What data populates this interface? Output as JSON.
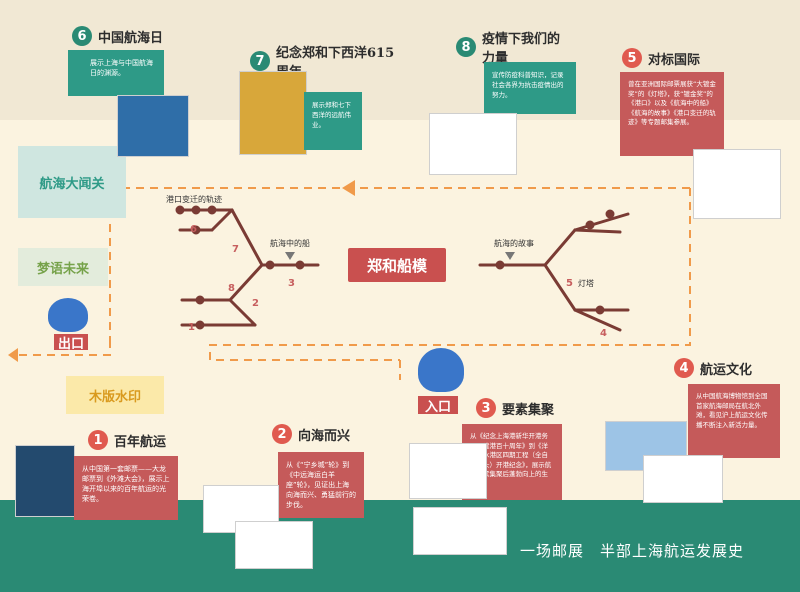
{
  "sections": {
    "s6": {
      "num": "6",
      "title": "中国航海日",
      "desc": "展示上海与中国航海日的渊源。"
    },
    "s7": {
      "num": "7",
      "title": "纪念郑和下西洋615周年",
      "desc": "展示郑和七下西洋的远航伟业。"
    },
    "s8": {
      "num": "8",
      "title": "疫情下我们的力量",
      "desc": "宣传防疫科普知识，记录社会各界为抗击疫情出的努力。"
    },
    "s5": {
      "num": "5",
      "title": "对标国际",
      "desc": "曾在亚洲国际邮票展获“大镀金奖”的《灯塔》，获“镀金奖”的《港口》以及《航海中的船》《航海的故事》《港口变迁的轨迹》等专题邮集参展。"
    },
    "s1": {
      "num": "1",
      "title": "百年航运",
      "desc": "从中国第一套邮票——大龙邮票到《外滩大会》，展示上海开埠以来的百年航运的光荣卷。"
    },
    "s2": {
      "num": "2",
      "title": "向海而兴",
      "desc": "从《“宁乡城”轮》到《中远海运白羊座”轮》，见证出上海向海而兴、勇猛前行的步伐。"
    },
    "s3": {
      "num": "3",
      "title": "要素集聚",
      "desc": "从《纪念上海港新华开港务公司建港百十周年》到《洋山深水港区四期工程（全自动码头）开港纪念》，展示航运要素集聚后蓬勃向上的生命力。"
    },
    "s4": {
      "num": "4",
      "title": "航运文化",
      "desc": "从中国航海博物馆到全国首家航海邮局在航北外滩，看见沪上航运文化传播不断注入新活力量。"
    }
  },
  "zones": {
    "z1": "航海大闻关",
    "z2": "梦语未来",
    "z3": "木版水印"
  },
  "center": "郑和船模",
  "nodes": {
    "n_port": "港口变迁的轨迹",
    "n_ship": "航海中的船",
    "n_story": "航海的故事",
    "n_lighthouse": "灯塔",
    "nums": [
      "6",
      "7",
      "8",
      "2",
      "1",
      "3",
      "5",
      "4"
    ]
  },
  "entry": {
    "exit": "出口",
    "enter": "入口"
  },
  "footer": "一场邮展　半部上海航运发展史",
  "colors": {
    "teal": "#2e9a87",
    "red": "#c55a5a",
    "path": "#f09a4a",
    "line": "#7a3b34",
    "green": "#2a8a74"
  }
}
